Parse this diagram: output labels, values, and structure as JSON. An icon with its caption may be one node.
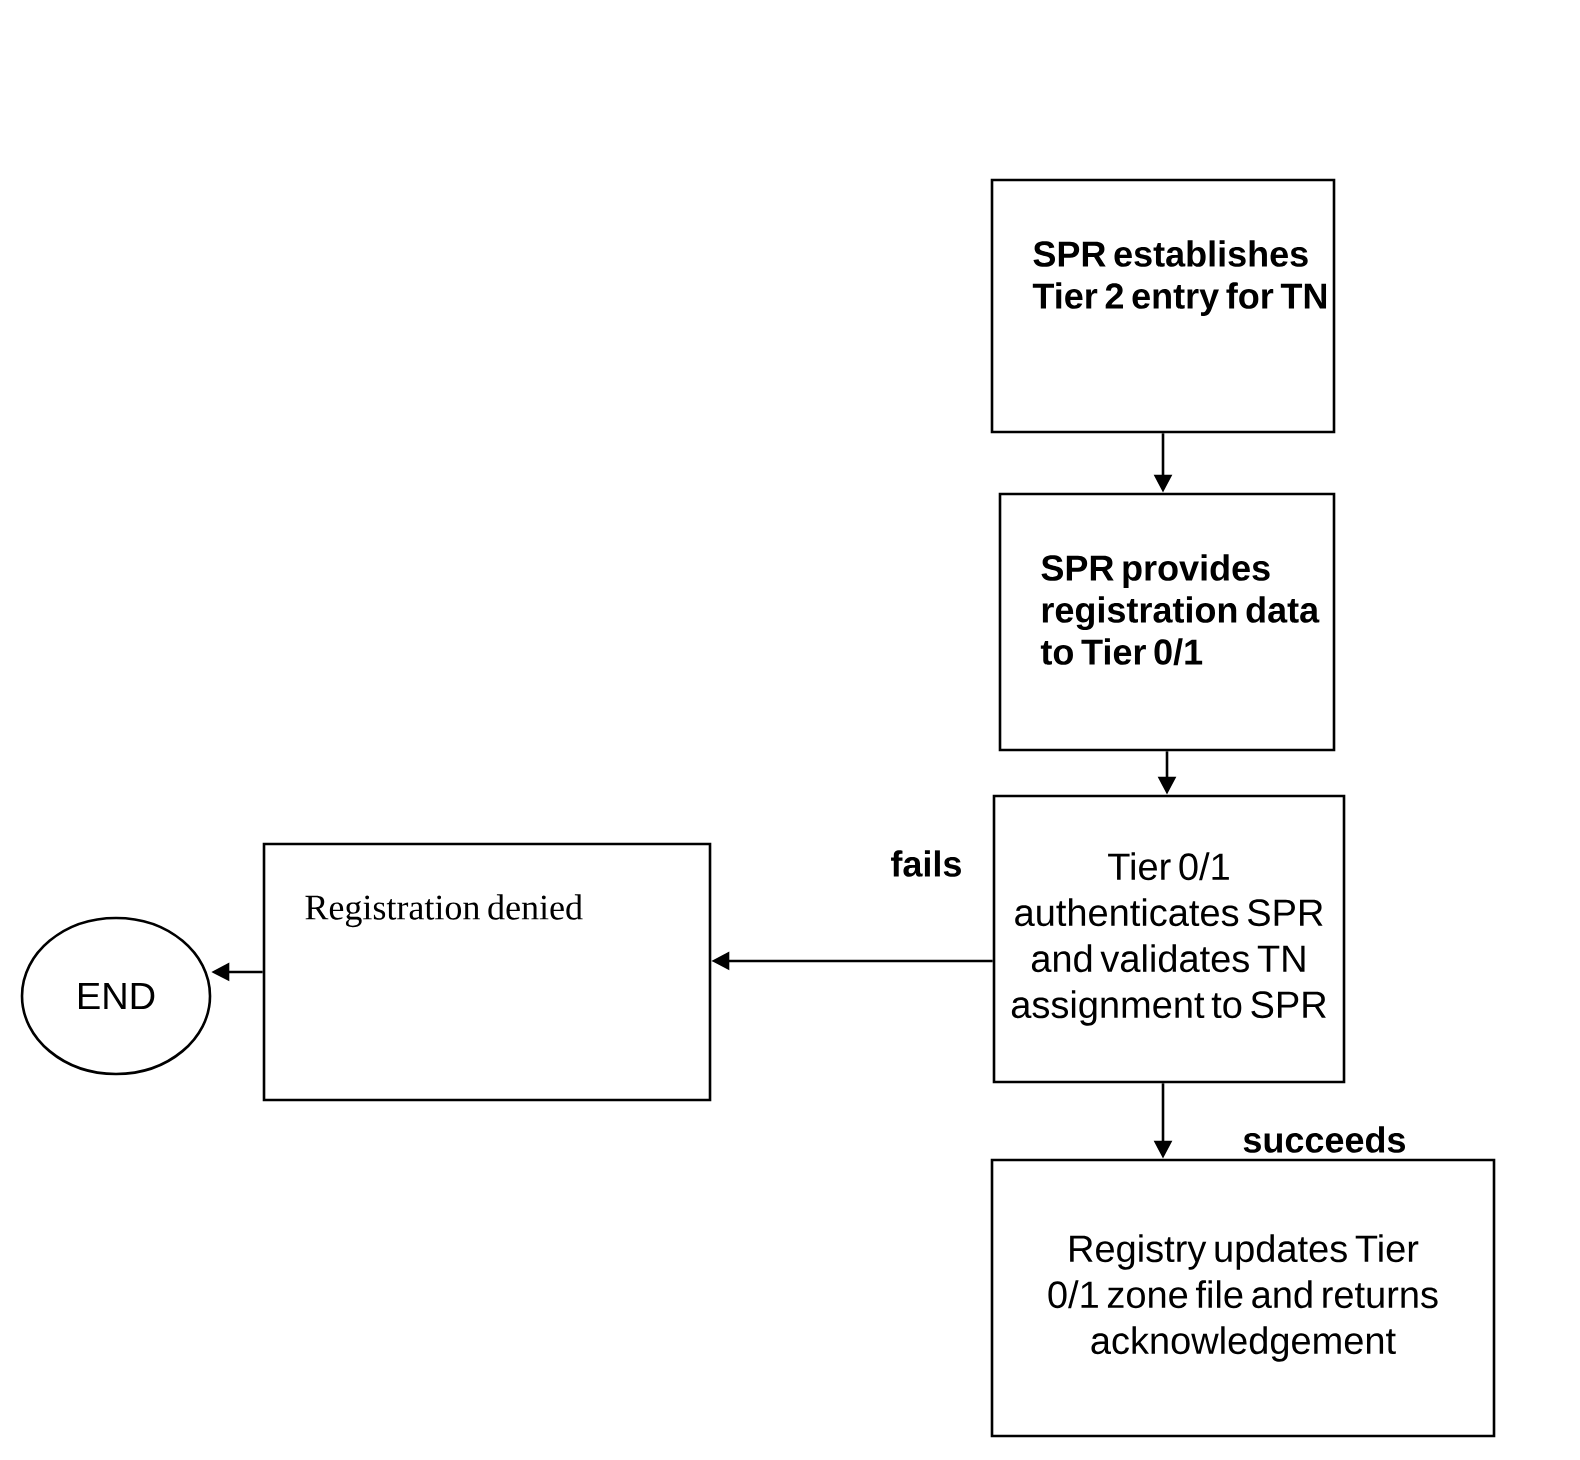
{
  "diagram": {
    "nodes": [
      {
        "text": [
          "SPR establishes Tier 2 entry for TN"
        ]
      },
      {
        "text": [
          "SPR provides registration data to Tier 0/1"
        ]
      },
      {
        "text": [
          "Tier 0/1 authenticates SPR and validates TN assignment to SPR"
        ]
      },
      {
        "text": [
          "Registration denied"
        ]
      },
      {
        "text": [
          "END"
        ]
      },
      {
        "text": [
          "Registry updates Tier 0/1 zone file and returns acknowledgement"
        ]
      }
    ],
    "edges": [
      {
        "from": 0,
        "to": 1,
        "arrow": "to"
      },
      {
        "from": 1,
        "to": 2,
        "arrow": "to"
      },
      {
        "from": 2,
        "to": 3,
        "arrow": "to",
        "label": "fails"
      },
      {
        "from": 3,
        "to": 4,
        "arrow": "to"
      },
      {
        "from": 2,
        "to": 5,
        "arrow": "to",
        "label": "succeeds"
      }
    ]
  }
}
